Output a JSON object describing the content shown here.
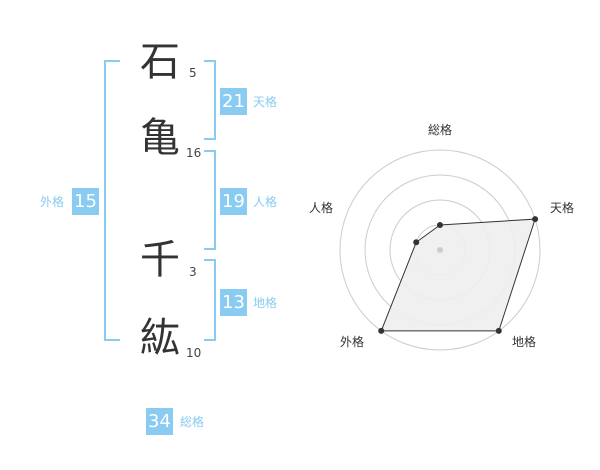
{
  "name": {
    "chars": [
      {
        "char": "石",
        "strokes": "5"
      },
      {
        "char": "亀",
        "strokes": "16"
      },
      {
        "char": "千",
        "strokes": "3"
      },
      {
        "char": "紘",
        "strokes": "10"
      }
    ]
  },
  "fortunes": {
    "tenkaku": {
      "value": "21",
      "label": "天格"
    },
    "jinkaku": {
      "value": "19",
      "label": "人格"
    },
    "chikaku": {
      "value": "13",
      "label": "地格"
    },
    "gaikaku": {
      "value": "15",
      "label": "外格"
    },
    "soukaku": {
      "value": "34",
      "label": "総格"
    }
  },
  "radar": {
    "axes": [
      "総格",
      "天格",
      "地格",
      "外格",
      "人格"
    ],
    "levels": 4,
    "values": [
      1,
      4,
      4,
      4,
      1
    ],
    "colors": {
      "fill": "#eeeeee",
      "stroke": "#333333",
      "grid": "#cccccc",
      "point": "#333333",
      "center": "#cccccc"
    }
  },
  "colors": {
    "accent": "#89cbf1"
  }
}
